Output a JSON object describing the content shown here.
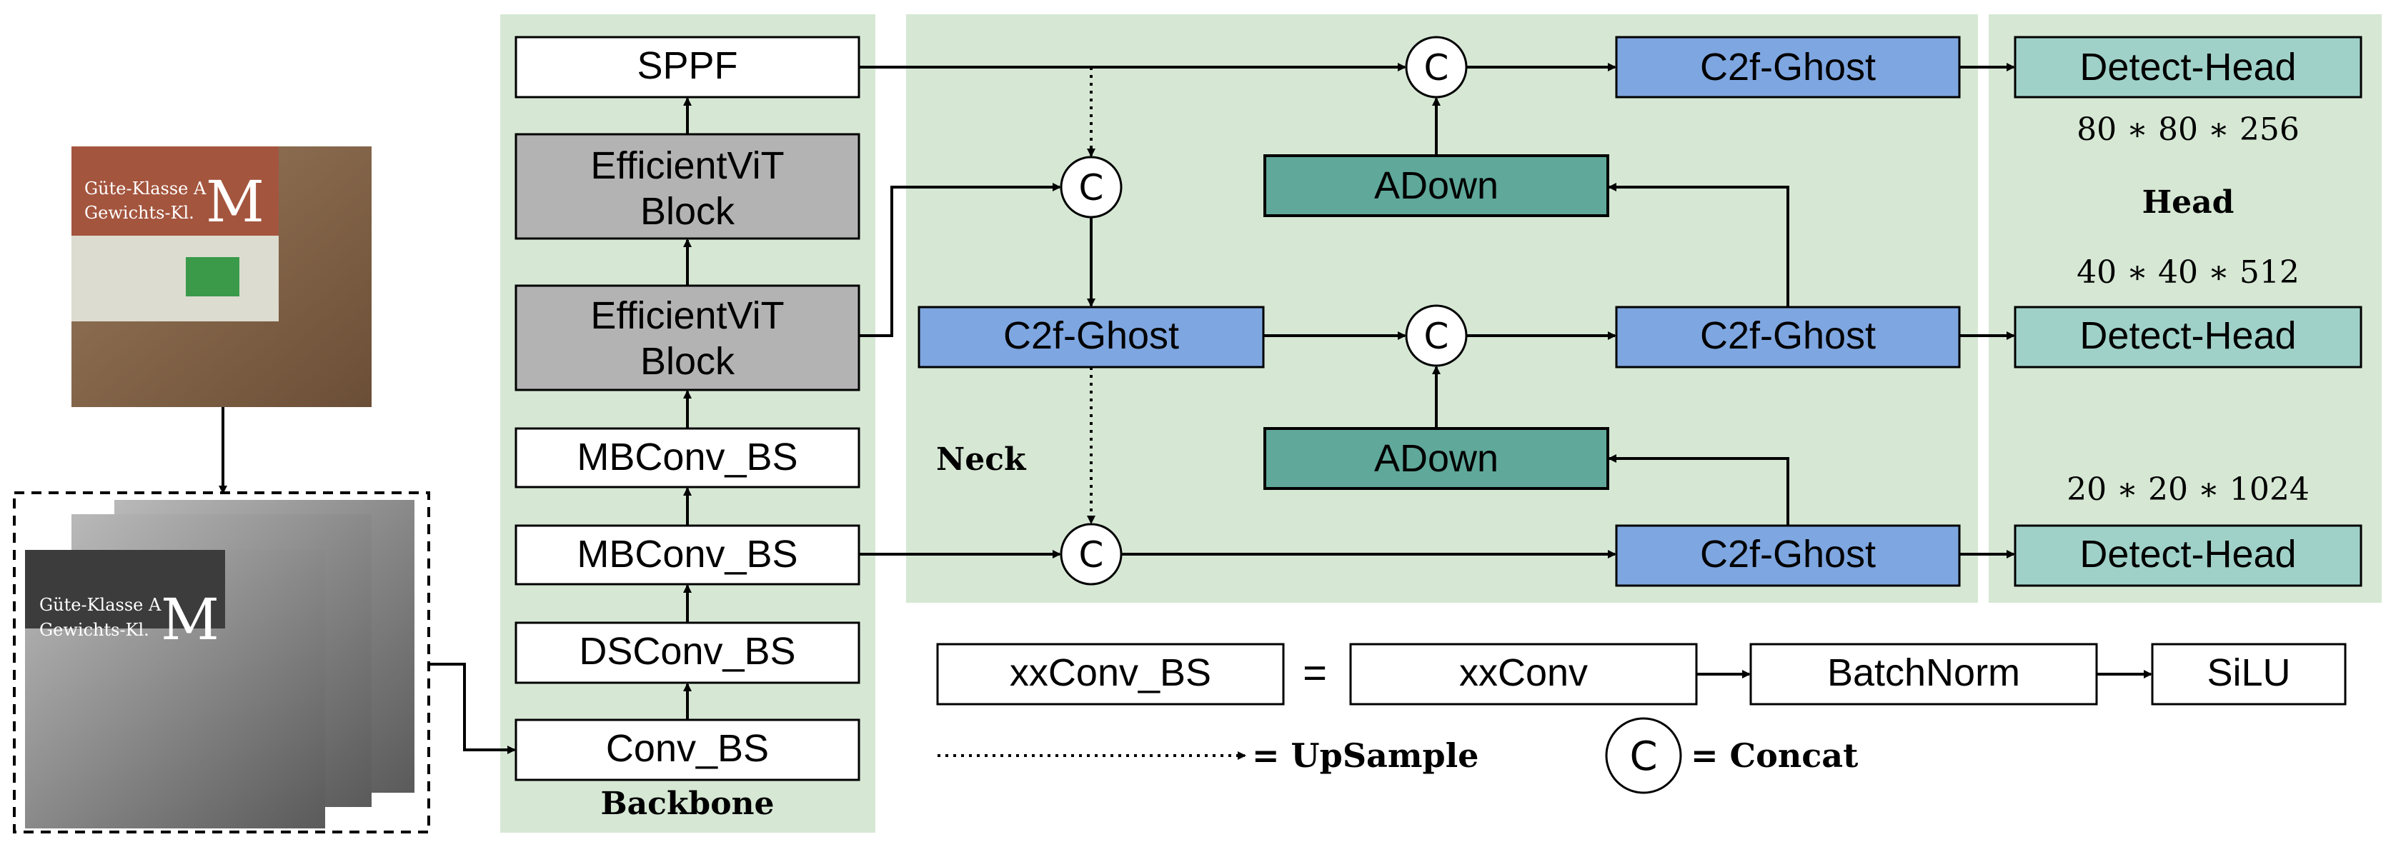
{
  "colors": {
    "panel": "#d6e8d4",
    "white_box": "#ffffff",
    "gray_box": "#b3b3b3",
    "blue_box": "#7ea6e0",
    "teal_dark": "#5fa89a",
    "teal_light": "#9fd1c8",
    "stroke": "#000000"
  },
  "sections": {
    "backbone": "Backbone",
    "neck": "Neck",
    "head": "Head"
  },
  "backbone": {
    "sppf": "SPPF",
    "vit1_l1": "EfficientViT",
    "vit1_l2": "Block",
    "vit2_l1": "EfficientViT",
    "vit2_l2": "Block",
    "mb1": "MBConv_BS",
    "mb2": "MBConv_BS",
    "ds": "DSConv_BS",
    "conv": "Conv_BS"
  },
  "neck": {
    "c2f_mid": "C2f-Ghost",
    "c2f_top": "C2f-Ghost",
    "c2f_mid_right": "C2f-Ghost",
    "c2f_bottom": "C2f-Ghost",
    "adown_top": "ADown",
    "adown_bottom": "ADown",
    "concat_symbol": "C"
  },
  "head": {
    "detect1": "Detect-Head",
    "detect2": "Detect-Head",
    "detect3": "Detect-Head",
    "dim1": "80 ∗ 80 ∗ 256",
    "dim2": "40 ∗ 40 ∗ 512",
    "dim3": "20 ∗ 20 ∗ 1024"
  },
  "legend": {
    "xxconv_bs": "xxConv_BS",
    "equals": "=",
    "xxconv": "xxConv",
    "batchnorm": "BatchNorm",
    "silu": "SiLU",
    "upsample": "= UpSample",
    "concat_symbol": "C",
    "concat": "= Concat"
  },
  "input_image": {
    "label_m": "M",
    "label_line1": "Güte-Klasse A",
    "label_line2": "Gewichts-Kl."
  }
}
